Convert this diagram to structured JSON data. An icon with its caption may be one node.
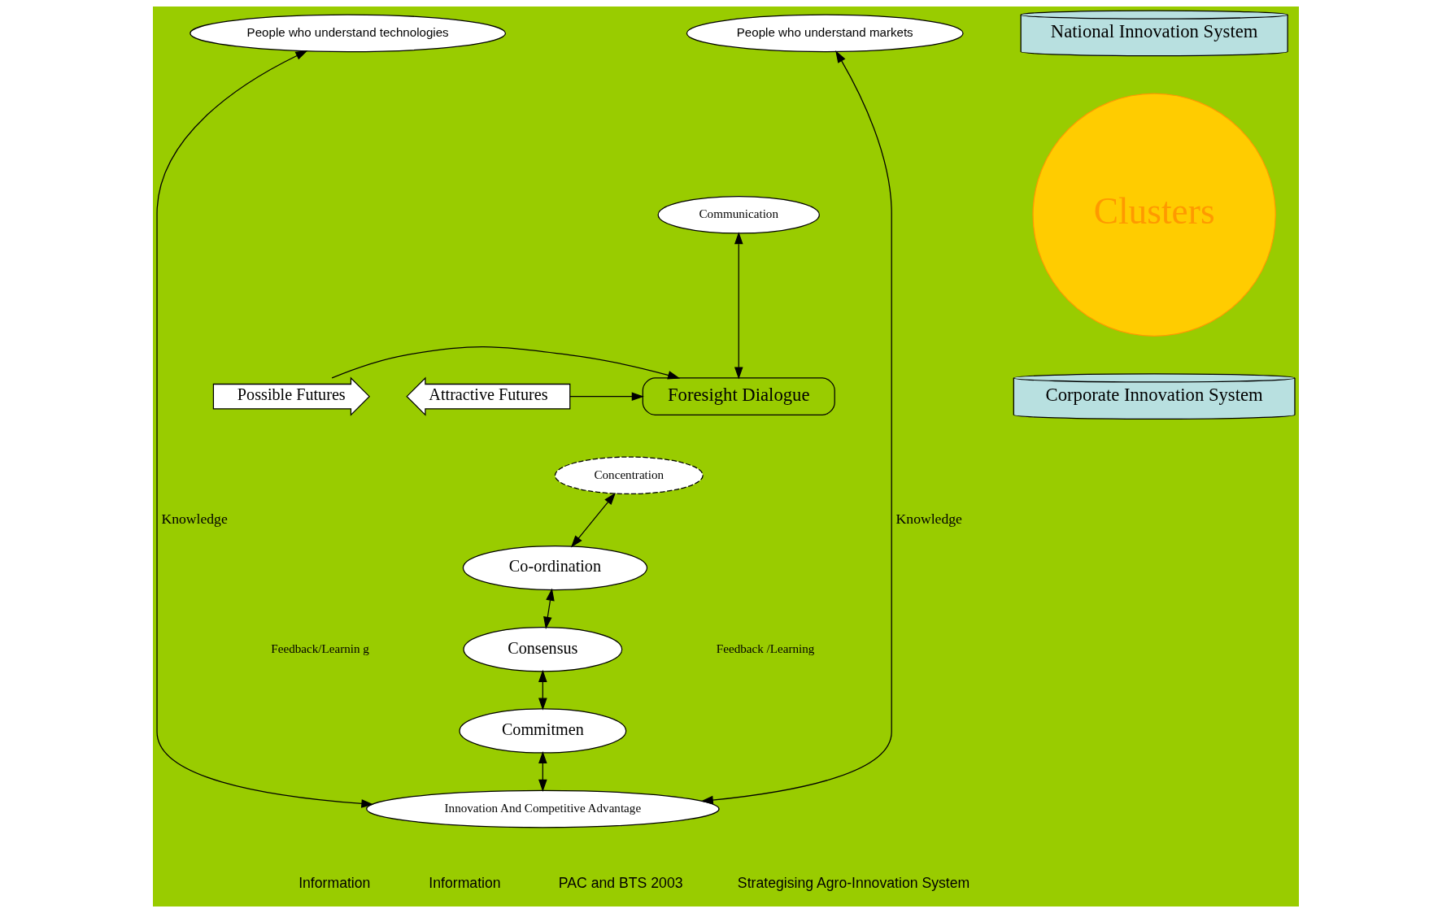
{
  "diagram": {
    "nodes": [
      {
        "text": [
          "People who understand technologies"
        ]
      },
      {
        "text": [
          "People who understand markets"
        ]
      },
      {
        "text": [
          "Communication"
        ]
      },
      {
        "text": [
          "Foresight Dialogue"
        ]
      },
      {
        "text": [
          "Possible Futures"
        ]
      },
      {
        "text": [
          "Attractive Futures"
        ]
      },
      {
        "text": [
          "Concentration"
        ]
      },
      {
        "text": [
          "Co-ordination"
        ]
      },
      {
        "text": [
          "Consensus"
        ]
      },
      {
        "text": [
          "Commitmen"
        ]
      },
      {
        "text": [
          "Innovation And Competitive Advantage"
        ]
      },
      {
        "text": [
          "Feedback/Learnin g"
        ]
      },
      {
        "text": [
          "Feedback /Learning"
        ]
      },
      {
        "text": [
          "National Innovation System"
        ]
      },
      {
        "text": [
          "Clusters"
        ]
      },
      {
        "text": [
          "Corporate Innovation System"
        ]
      }
    ],
    "edges": [
      {
        "from": 2,
        "to": 3,
        "arrow": "both"
      },
      {
        "from": 4,
        "to": 3,
        "arrow": "to"
      },
      {
        "from": 5,
        "to": 3,
        "arrow": "to"
      },
      {
        "from": 6,
        "to": 7,
        "arrow": "both"
      },
      {
        "from": 7,
        "to": 8,
        "arrow": "both"
      },
      {
        "from": 8,
        "to": 9,
        "arrow": "both"
      },
      {
        "from": 9,
        "to": 10,
        "arrow": "both"
      },
      {
        "from": 10,
        "to": 0,
        "arrow": "both",
        "label": "Knowledge"
      },
      {
        "from": 1,
        "to": 10,
        "arrow": "both",
        "label": "Knowledge"
      }
    ],
    "labels": [
      "Information",
      "Information",
      "PAC and BTS 2003",
      "Strategising Agro-Innovation System"
    ]
  }
}
